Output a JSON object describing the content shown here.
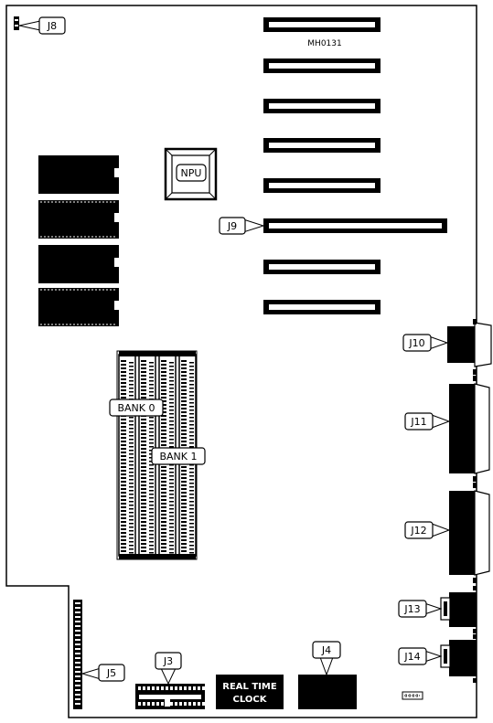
{
  "board_id": "MH0131",
  "labels": {
    "j8": "J8",
    "j9": "J9",
    "j10": "J10",
    "j11": "J11",
    "j12": "J12",
    "j13": "J13",
    "j14": "J14",
    "j3": "J3",
    "j4": "J4",
    "j5": "J5",
    "npu": "NPU",
    "bank0": "BANK 0",
    "bank1": "BANK 1",
    "rtc_line1": "REAL TIME",
    "rtc_line2": "CLOCK"
  }
}
